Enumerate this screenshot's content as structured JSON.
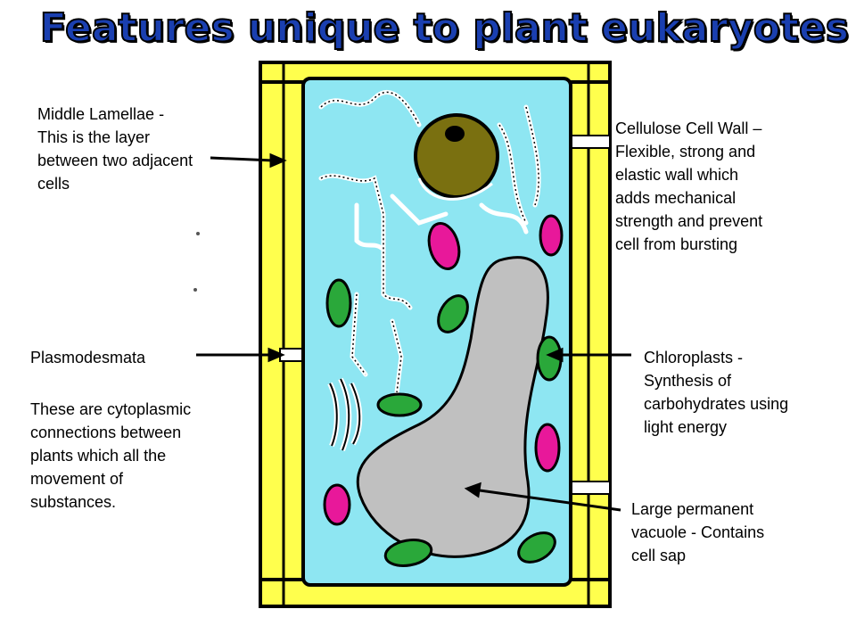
{
  "title": "Features unique to plant eukaryotes",
  "labels": {
    "middle_lamellae": "Middle Lamellae -\nThis is the layer\nbetween two adjacent\ncells",
    "cell_wall": "Cellulose Cell Wall –\nFlexible, strong and\nelastic wall which\nadds mechanical\nstrength and prevent\ncell from bursting",
    "plasmodesmata_title": "Plasmodesmata",
    "plasmodesmata_desc": "These are cytoplasmic\nconnections between\nplants which all the\nmovement of\nsubstances.",
    "chloroplasts": "Chloroplasts -\nSynthesis of\ncarbohydrates using\nlight energy",
    "vacuole": "Large permanent\nvacuole - Contains\ncell sap"
  },
  "colors": {
    "title": "#1a3fb0",
    "cell_wall": "#ffff4d",
    "cytoplasm": "#8ee6f2",
    "vacuole": "#c0c0c0",
    "nucleus": "#7a7010",
    "chloroplast": "#2aa83a",
    "mitochondrion": "#e8189a"
  }
}
